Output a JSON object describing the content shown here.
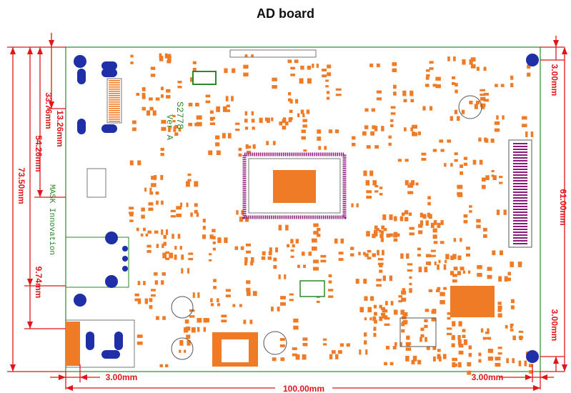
{
  "title": "AD board",
  "board": {
    "model_silk": "S2778",
    "version_silk": "Ver A",
    "maker_silk": "MASK Innovation"
  },
  "dimensions": {
    "width_total": "100.00mm",
    "height_total": "73.50mm",
    "height_right": "61.00mm",
    "inner_54": "54.26mm",
    "inner_33": "33.76mm",
    "inner_13": "13.26mm",
    "inner_9": "9.74mm",
    "hole_offset_left": "3.00mm",
    "hole_offset_right_bottom": "3.00mm",
    "hole_offset_right_top": "3.00mm",
    "hole_offset_right_lower": "3.00mm"
  },
  "colors": {
    "pad": "#f07b26",
    "dimension": "#e0161b",
    "mounting_hole": "#1f2fa8",
    "silkscreen": "#2a8a2a",
    "chip_pins": "#8b1a7a",
    "outline": "#2a8a2a"
  }
}
